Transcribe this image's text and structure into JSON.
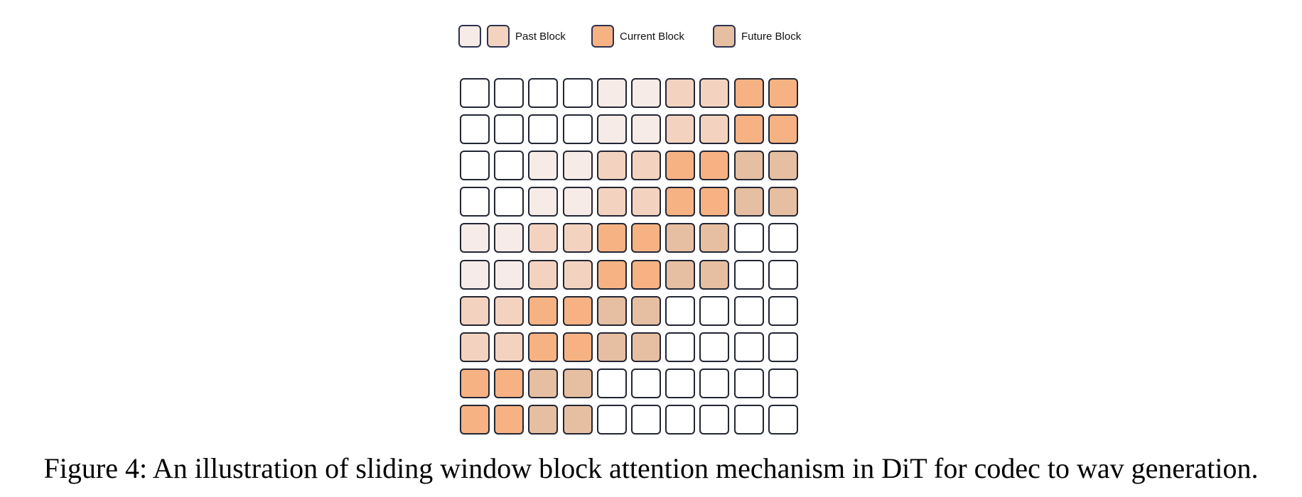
{
  "colors": {
    "empty": "#ffffff",
    "past_light": "#f6ebe7",
    "past": "#f3d3bf",
    "current": "#f6b283",
    "future": "#e6bea1",
    "border": "#222634"
  },
  "legend": {
    "past_label": "Past Block",
    "current_label": "Current Block",
    "future_label": "Future Block"
  },
  "grid": {
    "rows": [
      [
        "empty",
        "empty",
        "empty",
        "empty",
        "past_light",
        "past_light",
        "past",
        "past",
        "current",
        "current"
      ],
      [
        "empty",
        "empty",
        "empty",
        "empty",
        "past_light",
        "past_light",
        "past",
        "past",
        "current",
        "current"
      ],
      [
        "empty",
        "empty",
        "past_light",
        "past_light",
        "past",
        "past",
        "current",
        "current",
        "future",
        "future"
      ],
      [
        "empty",
        "empty",
        "past_light",
        "past_light",
        "past",
        "past",
        "current",
        "current",
        "future",
        "future"
      ],
      [
        "past_light",
        "past_light",
        "past",
        "past",
        "current",
        "current",
        "future",
        "future",
        "empty",
        "empty"
      ],
      [
        "past_light",
        "past_light",
        "past",
        "past",
        "current",
        "current",
        "future",
        "future",
        "empty",
        "empty"
      ],
      [
        "past",
        "past",
        "current",
        "current",
        "future",
        "future",
        "empty",
        "empty",
        "empty",
        "empty"
      ],
      [
        "past",
        "past",
        "current",
        "current",
        "future",
        "future",
        "empty",
        "empty",
        "empty",
        "empty"
      ],
      [
        "current",
        "current",
        "future",
        "future",
        "empty",
        "empty",
        "empty",
        "empty",
        "empty",
        "empty"
      ],
      [
        "current",
        "current",
        "future",
        "future",
        "empty",
        "empty",
        "empty",
        "empty",
        "empty",
        "empty"
      ]
    ]
  },
  "caption": "Figure 4: An illustration of sliding window block attention mechanism in DiT for codec to wav generation."
}
